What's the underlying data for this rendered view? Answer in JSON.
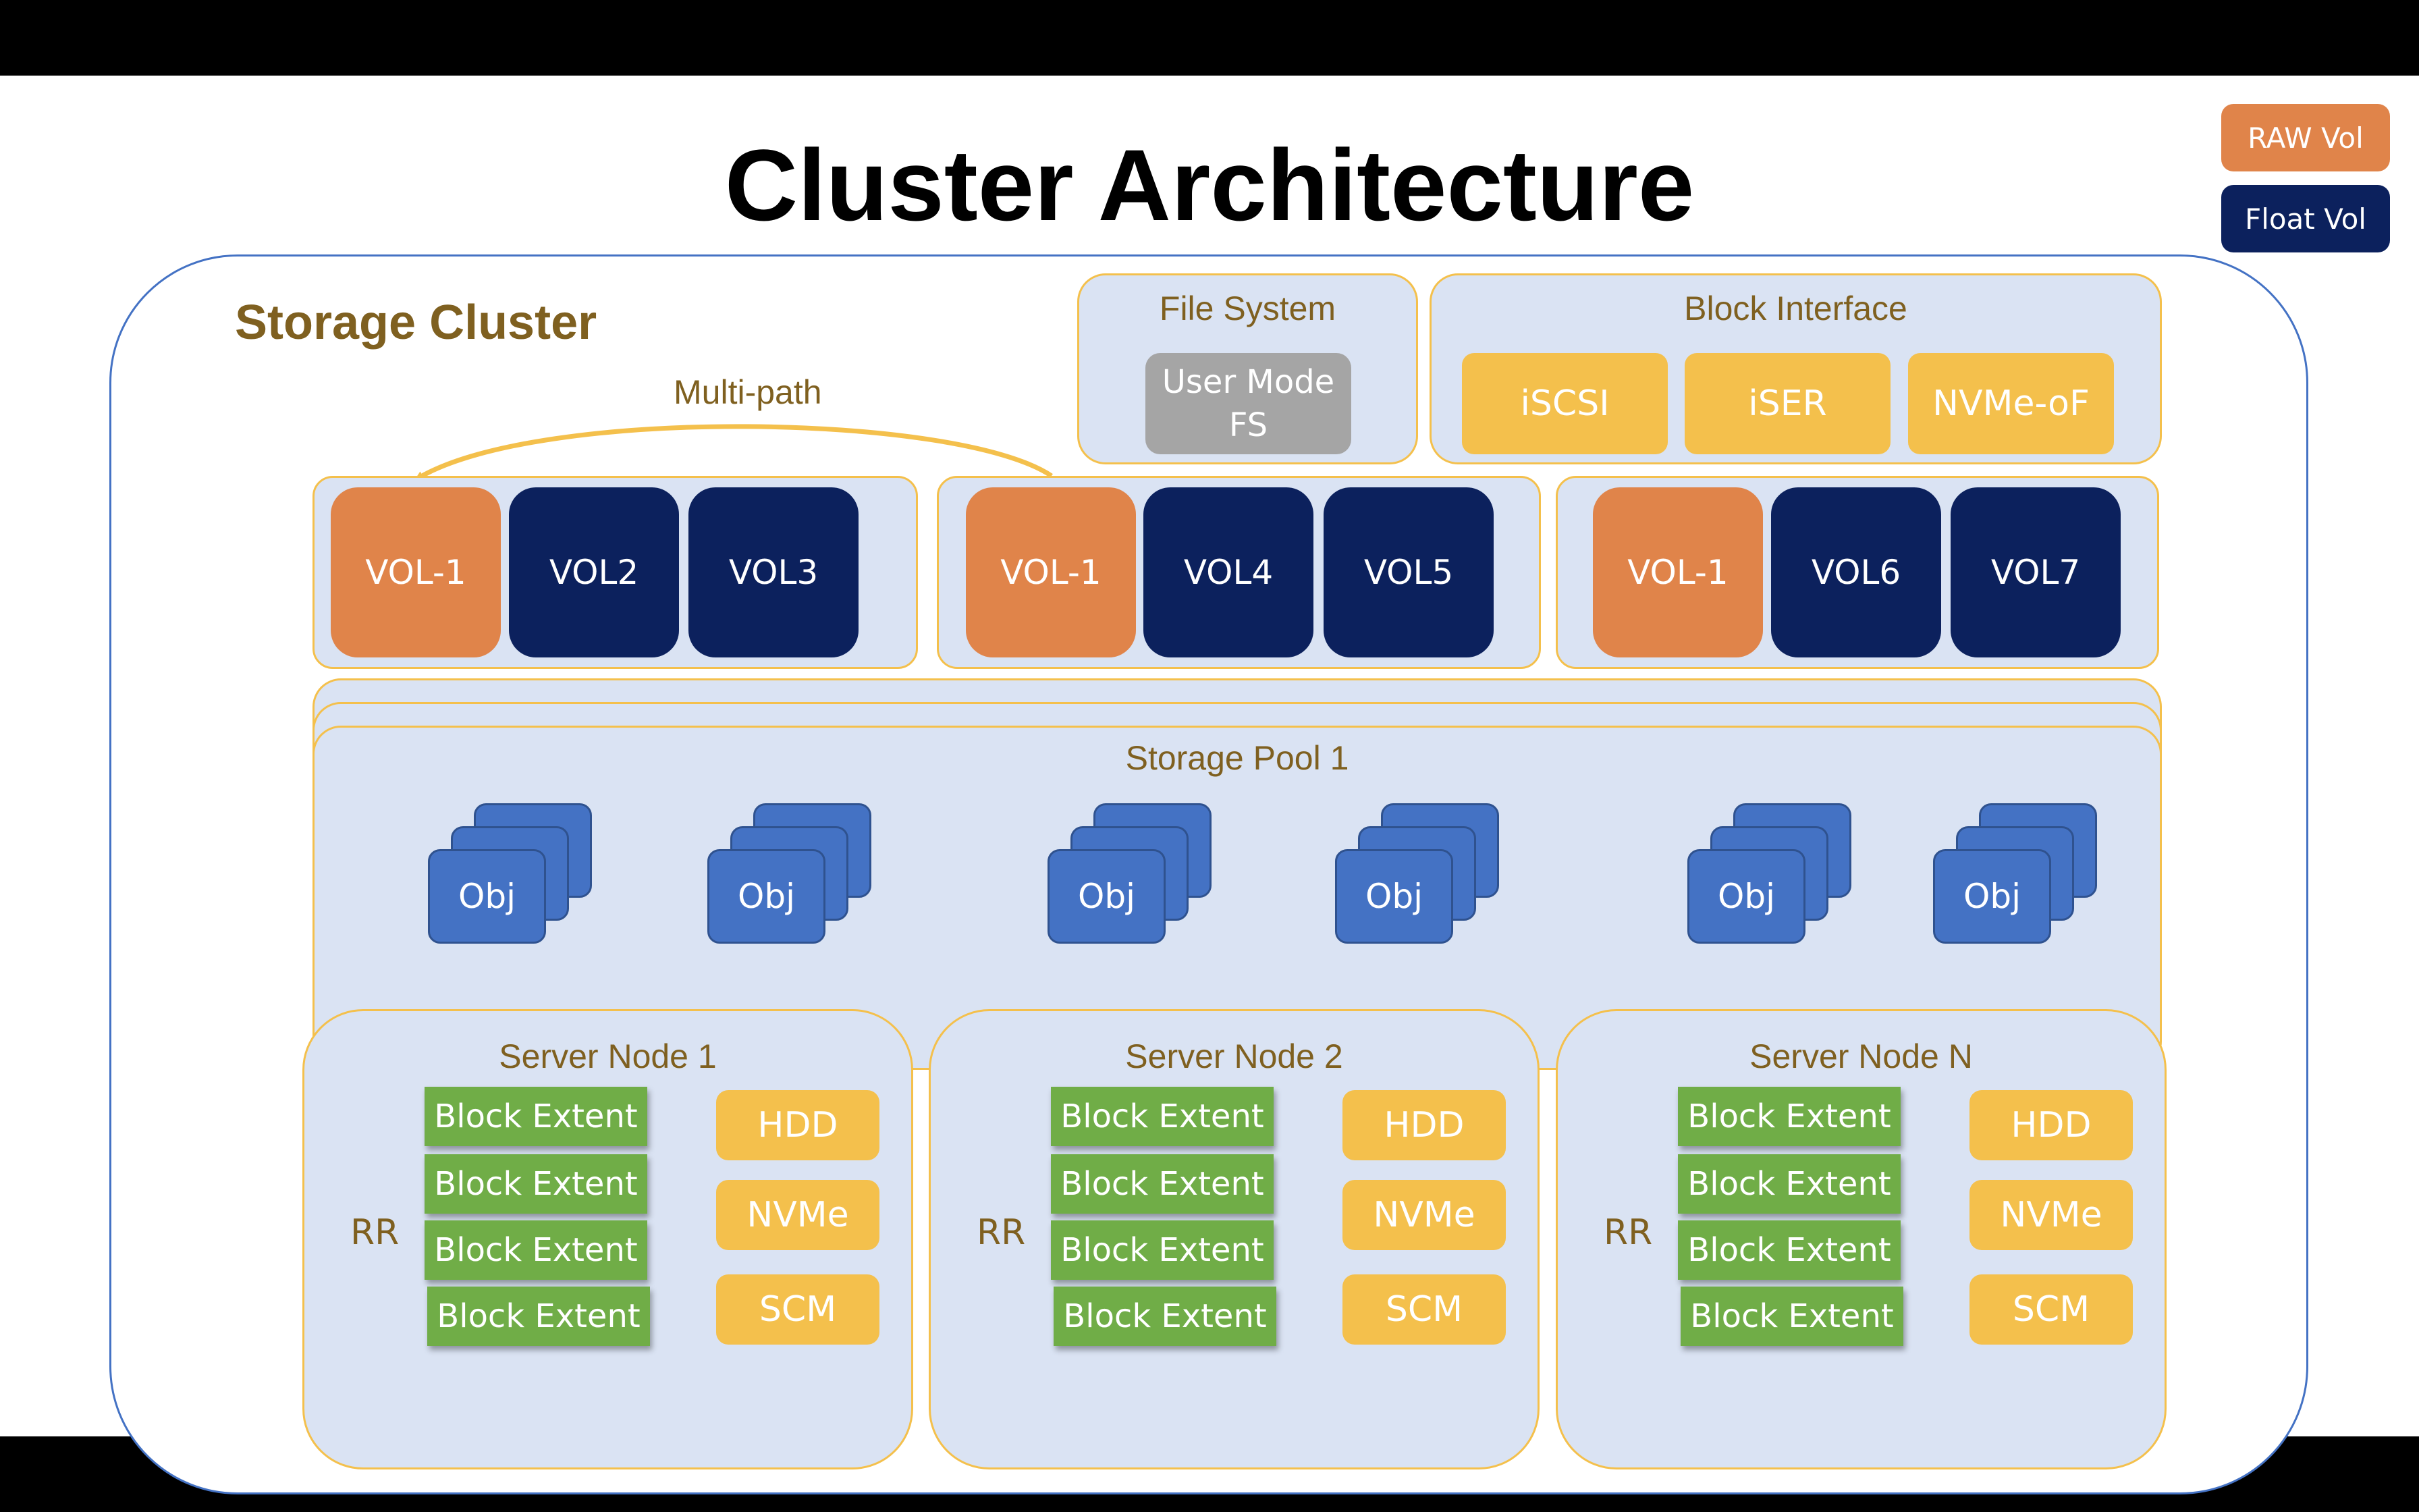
{
  "title": "Cluster Architecture",
  "legend": {
    "raw": "RAW Vol",
    "float": "Float Vol"
  },
  "colors": {
    "raw": "#e0844a",
    "float": "#0c215d",
    "obj": "#4472c4",
    "extent": "#70ad47",
    "media": "#f4c04c",
    "accent_text": "#7f6020"
  },
  "cluster": {
    "label": "Storage Cluster"
  },
  "file_system": {
    "title": "File System",
    "item": "User Mode FS"
  },
  "block_interface": {
    "title": "Block Interface",
    "items": [
      "iSCSI",
      "iSER",
      "NVMe-oF"
    ]
  },
  "multipath": {
    "label": "Multi-path"
  },
  "volume_groups": [
    [
      "VOL-1",
      "VOL2",
      "VOL3"
    ],
    [
      "VOL-1",
      "VOL4",
      "VOL5"
    ],
    [
      "VOL-1",
      "VOL6",
      "VOL7"
    ]
  ],
  "storage_pool": {
    "title": "Storage Pool 1",
    "obj_label": "Obj",
    "obj_count": 6
  },
  "server_nodes": [
    {
      "title": "Server Node 1",
      "extents": [
        "Block Extent",
        "Block Extent",
        "Block Extent",
        "Block Extent"
      ],
      "rr": "RR",
      "media": [
        "HDD",
        "NVMe",
        "SCM"
      ]
    },
    {
      "title": "Server Node 2",
      "extents": [
        "Block Extent",
        "Block Extent",
        "Block Extent",
        "Block Extent"
      ],
      "rr": "RR",
      "media": [
        "HDD",
        "NVMe",
        "SCM"
      ]
    },
    {
      "title": "Server Node N",
      "extents": [
        "Block Extent",
        "Block Extent",
        "Block Extent",
        "Block Extent"
      ],
      "rr": "RR",
      "media": [
        "HDD",
        "NVMe",
        "SCM"
      ]
    }
  ]
}
